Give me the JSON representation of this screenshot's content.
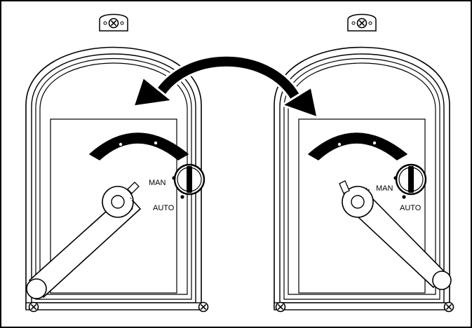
{
  "panels": [
    {
      "id": "left",
      "mode_labels": {
        "man": "MAN",
        "auto": "AUTO"
      },
      "handle_position": "MAN"
    },
    {
      "id": "right",
      "mode_labels": {
        "man": "MAN",
        "auto": "AUTO"
      },
      "handle_position": "AUTO"
    }
  ],
  "arrow": {
    "type": "double-headed curved",
    "meaning": "switch between positions"
  },
  "colors": {
    "ink": "#000000",
    "paper": "#ffffff"
  }
}
